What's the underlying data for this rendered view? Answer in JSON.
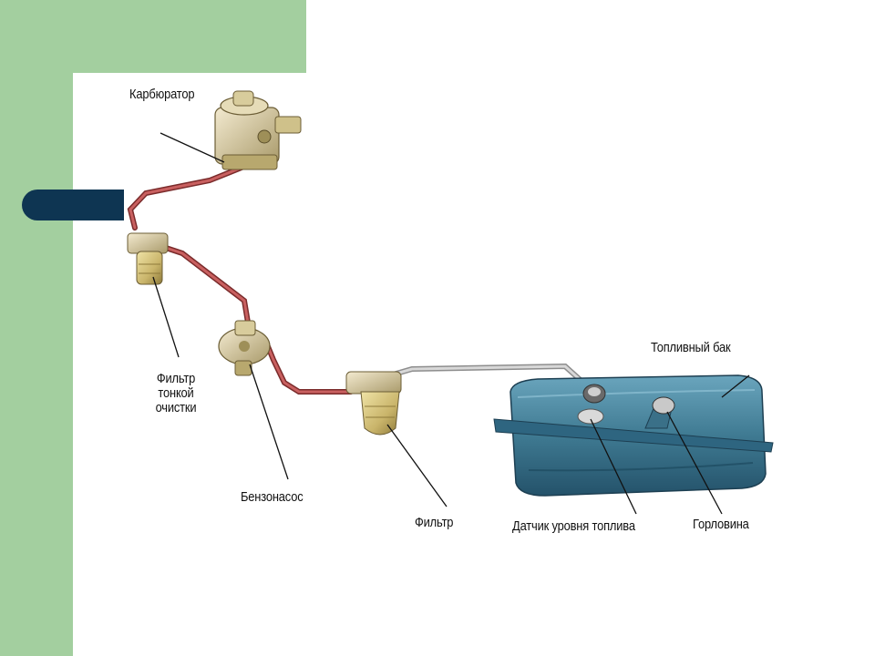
{
  "labels": {
    "carburetor": "Карбюратор",
    "fine_filter_line1": "Фильтр",
    "fine_filter_line2": "тонкой",
    "fine_filter_line3": "очистки",
    "fuel_pump": "Бензонасос",
    "filter": "Фильтр",
    "level_sensor": "Датчик уровня топлива",
    "filler_neck": "Горловина",
    "fuel_tank": "Топливный бак"
  },
  "colors": {
    "background_band": "#a3cf9f",
    "tab_pill": "#0e3552",
    "fuel_line_red": "#b54a4a",
    "return_line_gray": "#b9b9b9",
    "tank_body": "#3f7a92",
    "brass": "#c9b46a"
  }
}
